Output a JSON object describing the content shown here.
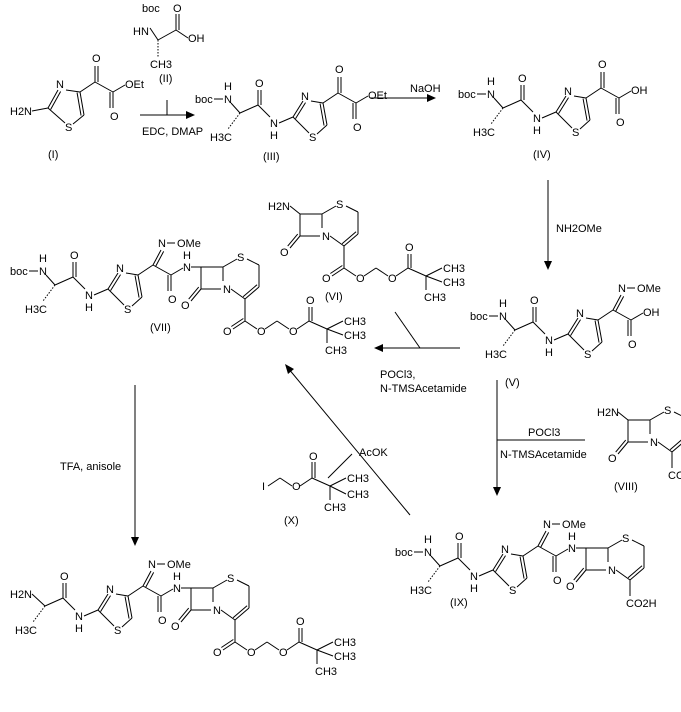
{
  "compounds": {
    "I": "(I)",
    "II": "(II)",
    "III": "(III)",
    "IV": "(IV)",
    "V": "(V)",
    "VI": "(VI)",
    "VII": "(VII)",
    "VIII": "(VIII)",
    "IX": "(IX)",
    "X": "(X)"
  },
  "reagents": {
    "edc": "EDC, DMAP",
    "naoh": "NaOH",
    "nh2ome": "NH2OMe",
    "pocl3": "POCl3,",
    "pocl3b": "POCl3",
    "tmsa": "N-TMSAcetamide",
    "acok": "AcOK",
    "tfa": "TFA, anisole"
  },
  "atoms": {
    "boc": "boc",
    "HN": "HN",
    "N": "N",
    "H": "H",
    "O": "O",
    "OH": "OH",
    "OEt": "OEt",
    "S": "S",
    "CH3": "CH3",
    "H3C": "H3C",
    "H2N": "H2N",
    "OMe": "OMe",
    "CO2H": "CO2H",
    "I": "I"
  }
}
